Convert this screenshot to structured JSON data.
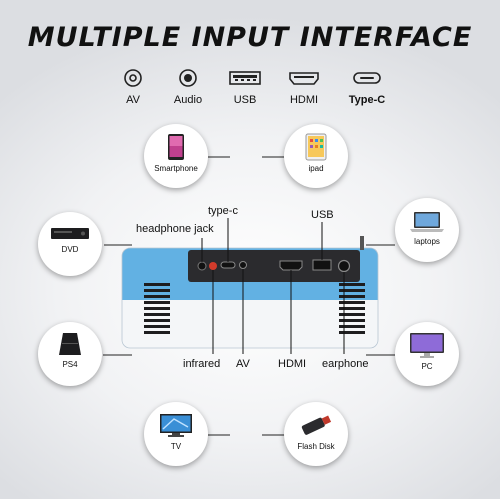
{
  "title": "MULTIPLE INPUT INTERFACE",
  "ports": [
    {
      "label": "AV",
      "icon": "av-jack-icon"
    },
    {
      "label": "Audio",
      "icon": "audio-jack-icon"
    },
    {
      "label": "USB",
      "icon": "usb-port-icon"
    },
    {
      "label": "HDMI",
      "icon": "hdmi-port-icon"
    },
    {
      "label": "Type-C",
      "icon": "type-c-port-icon"
    }
  ],
  "devices": [
    {
      "label": "Smartphone",
      "icon": "smartphone-icon"
    },
    {
      "label": "ipad",
      "icon": "ipad-icon"
    },
    {
      "label": "DVD",
      "icon": "dvd-player-icon"
    },
    {
      "label": "laptops",
      "icon": "laptop-icon"
    },
    {
      "label": "PS4",
      "icon": "ps4-console-icon"
    },
    {
      "label": "PC",
      "icon": "pc-monitor-icon"
    },
    {
      "label": "TV",
      "icon": "tv-icon"
    },
    {
      "label": "Flash Disk",
      "icon": "flash-disk-icon"
    }
  ],
  "callouts": {
    "headphone_jack": "headphone jack",
    "type_c": "type-c",
    "usb": "USB",
    "infrared": "infrared",
    "av": "AV",
    "hdmi": "HDMI",
    "earphone": "earphone"
  },
  "colors": {
    "projector_blue": "#62b1e3",
    "projector_white": "#f4f6f8",
    "panel_dark": "#2b2b2e"
  }
}
